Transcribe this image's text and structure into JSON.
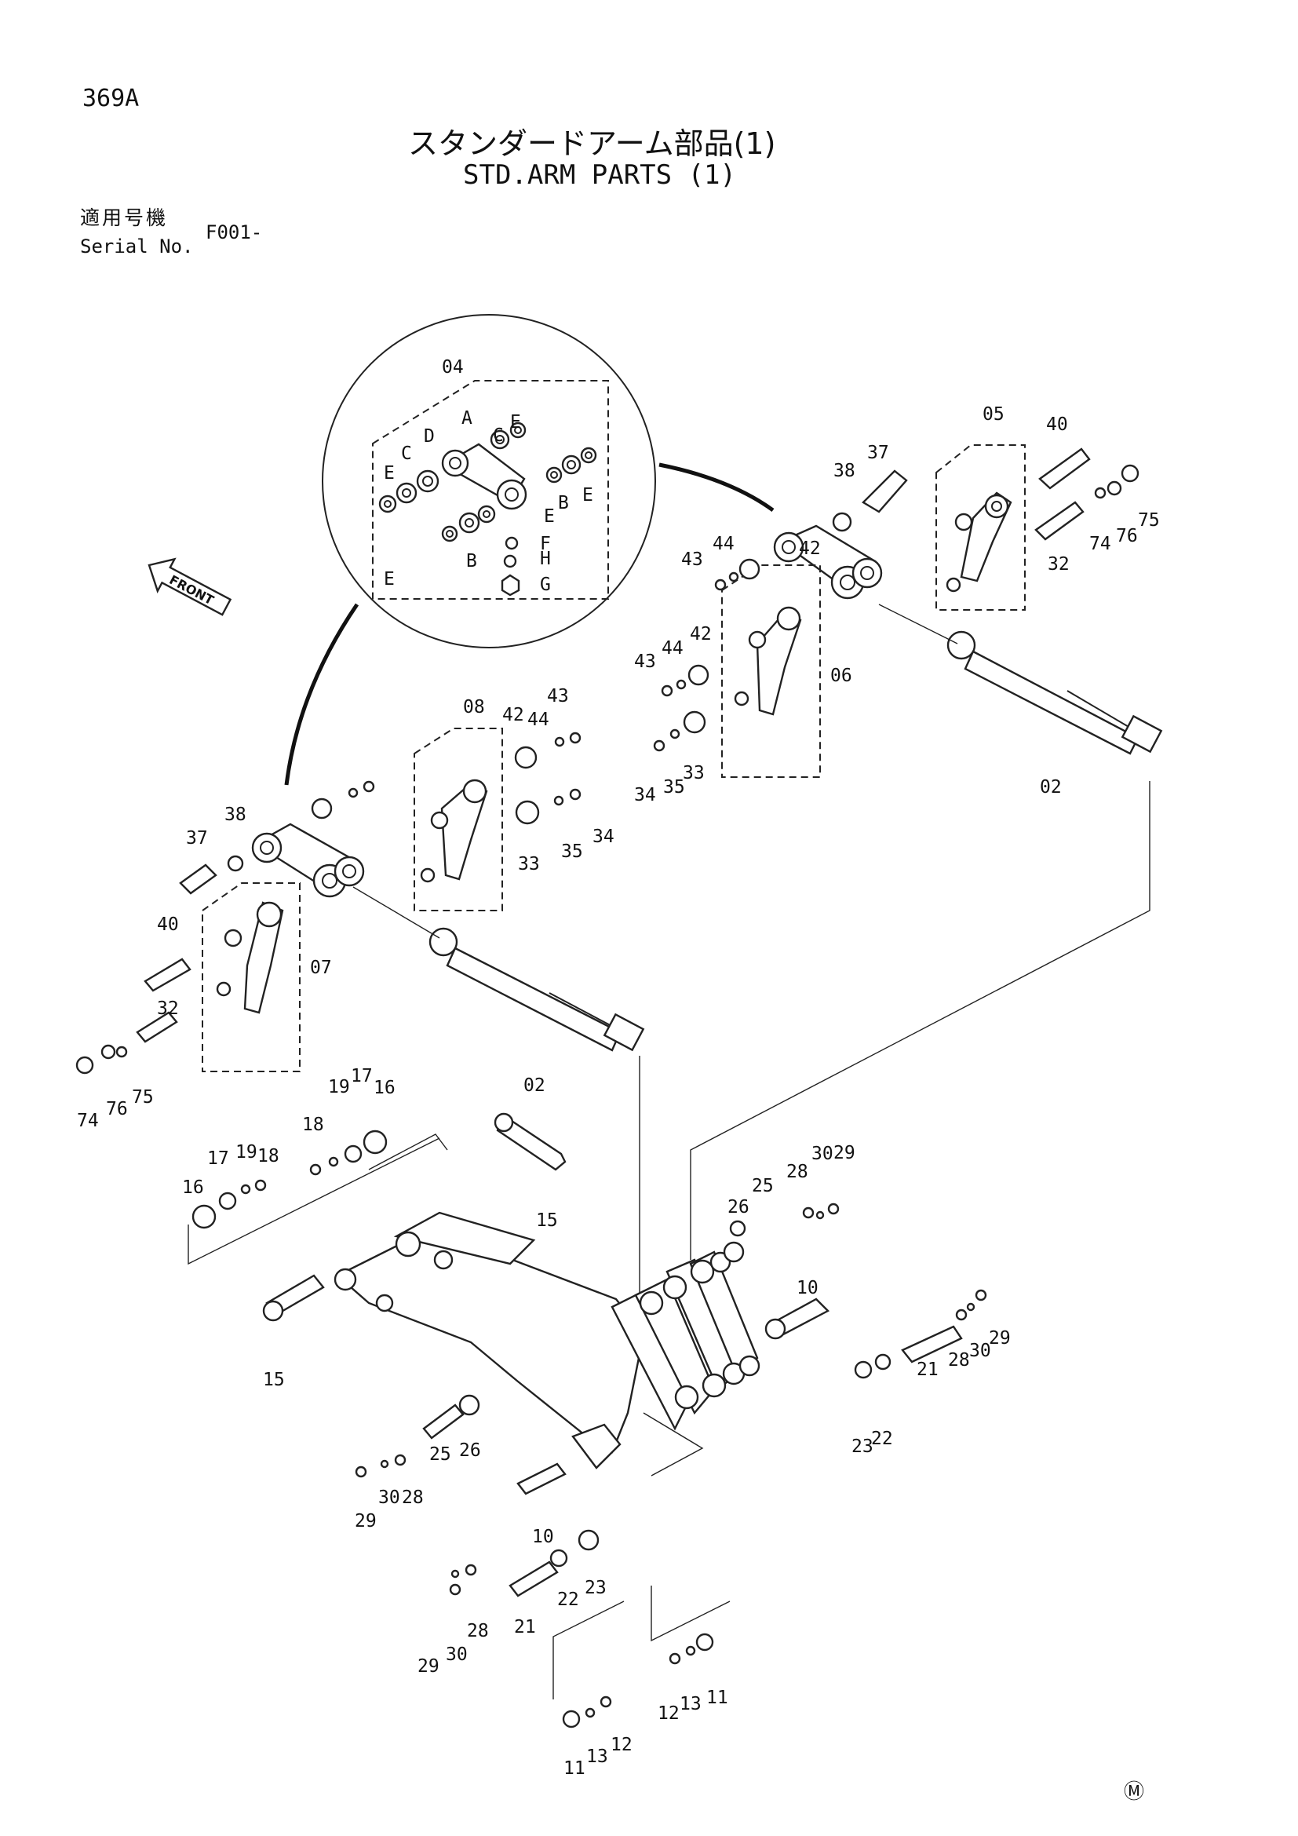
{
  "header": {
    "page_number": "369A",
    "title_jp": "スタンダードアーム部品(1)",
    "title_en": "STD.ARM PARTS (1)",
    "serial_label_jp": "適用号機",
    "serial_label_en": "Serial No.",
    "serial_value": "F001-"
  },
  "front_arrow": "FRONT",
  "footer_mark": "Ⓜ",
  "detail_04": {
    "title": "04",
    "labels": [
      "A",
      "B",
      "B",
      "C",
      "C",
      "D",
      "E",
      "E",
      "E",
      "E",
      "E",
      "F",
      "H",
      "G"
    ]
  },
  "callouts": [
    "05",
    "40",
    "37",
    "38",
    "42",
    "44",
    "43",
    "32",
    "74",
    "76",
    "75",
    "06",
    "42",
    "44",
    "43",
    "34",
    "35",
    "33",
    "02",
    "08",
    "42",
    "44",
    "43",
    "33",
    "35",
    "34",
    "37",
    "38",
    "40",
    "32",
    "74",
    "76",
    "75",
    "07",
    "02",
    "16",
    "17",
    "19",
    "18",
    "18",
    "19",
    "17",
    "16",
    "15",
    "15",
    "26",
    "25",
    "28",
    "30",
    "29",
    "10",
    "29",
    "30",
    "28",
    "21",
    "23",
    "22",
    "26",
    "25",
    "28",
    "30",
    "29",
    "10",
    "22",
    "23",
    "21",
    "28",
    "30",
    "29",
    "12",
    "13",
    "11",
    "11",
    "13",
    "12"
  ]
}
